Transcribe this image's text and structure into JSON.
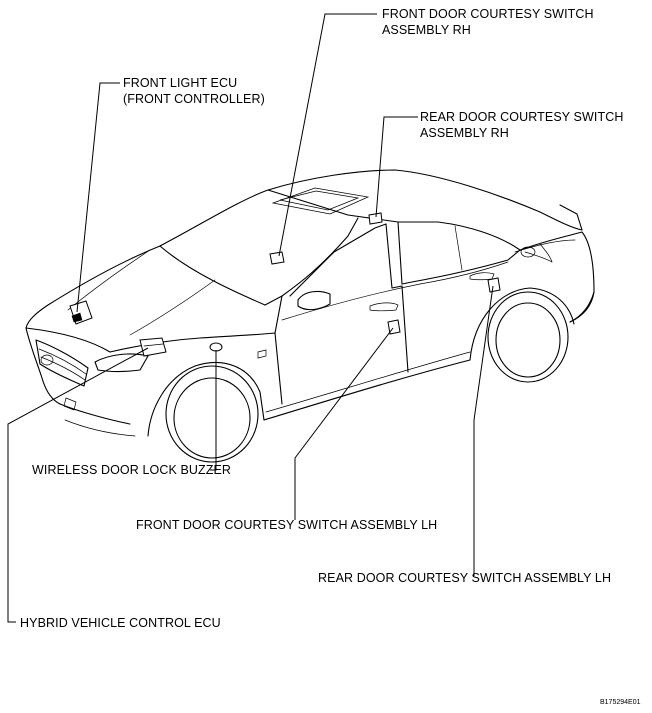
{
  "labels": {
    "front_door_rh": [
      "FRONT DOOR COURTESY SWITCH",
      "ASSEMBLY RH"
    ],
    "front_light_ecu": [
      "FRONT LIGHT ECU",
      "(FRONT CONTROLLER)"
    ],
    "rear_door_rh": [
      "REAR DOOR COURTESY SWITCH",
      "ASSEMBLY RH"
    ],
    "wireless_buzzer": "WIRELESS DOOR LOCK BUZZER",
    "front_door_lh": "FRONT DOOR COURTESY SWITCH ASSEMBLY LH",
    "rear_door_lh": "REAR DOOR COURTESY SWITCH ASSEMBLY LH",
    "hybrid_ecu": "HYBRID VEHICLE CONTROL ECU"
  },
  "figure_code": "B175294E01"
}
